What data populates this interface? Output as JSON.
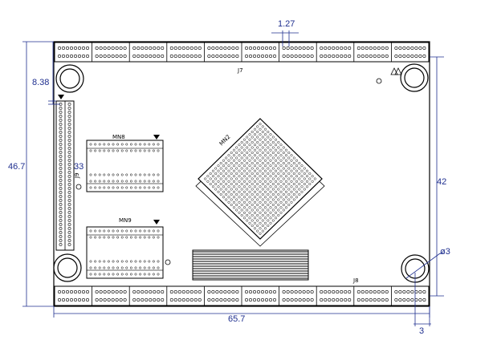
{
  "board": {
    "labels": {
      "top_header": "J7",
      "bottom_header": "J8",
      "left_header": "J9",
      "chip_upper": "MN8",
      "chip_lower": "MN9",
      "bga": "MN2"
    }
  },
  "dimensions": {
    "pin_pitch": "1.27",
    "hole_offset": "8.38",
    "board_height": "46.7",
    "left_header_value": "33",
    "hole_span": "42",
    "hole_diameter": "ø3",
    "board_width": "65.7",
    "hole_edge_offset": "3"
  },
  "colors": {
    "dimension": "#1f2f8f",
    "outline": "#000000"
  }
}
